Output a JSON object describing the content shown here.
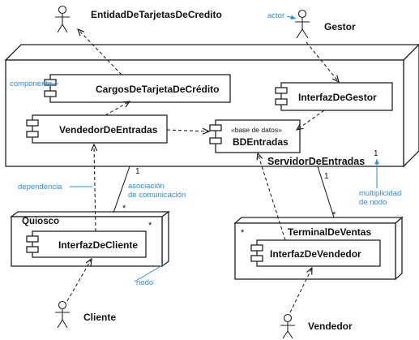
{
  "actors": {
    "credit_entity": "EntidadDeTarjetasDeCredito",
    "manager": "Gestor",
    "client": "Cliente",
    "seller": "Vendedor"
  },
  "nodes": {
    "server": "ServidorDeEntradas",
    "kiosk": "Quiosco",
    "terminal": "TerminalDeVentas",
    "star": "*"
  },
  "components": {
    "credit_charges": "CargosDeTarjetaDeCrédito",
    "manager_interface": "InterfazDeGestor",
    "ticket_seller": "VendedorDeEntradas",
    "db_stereotype": "«base de datos»",
    "db_name": "BDEntradas",
    "client_interface": "InterfazDeCliente",
    "seller_interface": "InterfazDeVendedor"
  },
  "multiplicities": {
    "server_kiosk_server_end": "1",
    "server_kiosk_kiosk_end": "*",
    "server_terminal_server_end": "1",
    "server_terminal_terminal_end": "*",
    "server_node": "1"
  },
  "annotations": {
    "actor": "actor",
    "component": "componente",
    "dependency": "dependencia",
    "association_line1": "asociación",
    "association_line2": "de comunicación",
    "multiplicity_line1": "multiplicidad",
    "multiplicity_line2": "de nodo",
    "node": "nodo"
  },
  "colors": {
    "annotation": "#2a8fd6",
    "ink": "#222222"
  }
}
